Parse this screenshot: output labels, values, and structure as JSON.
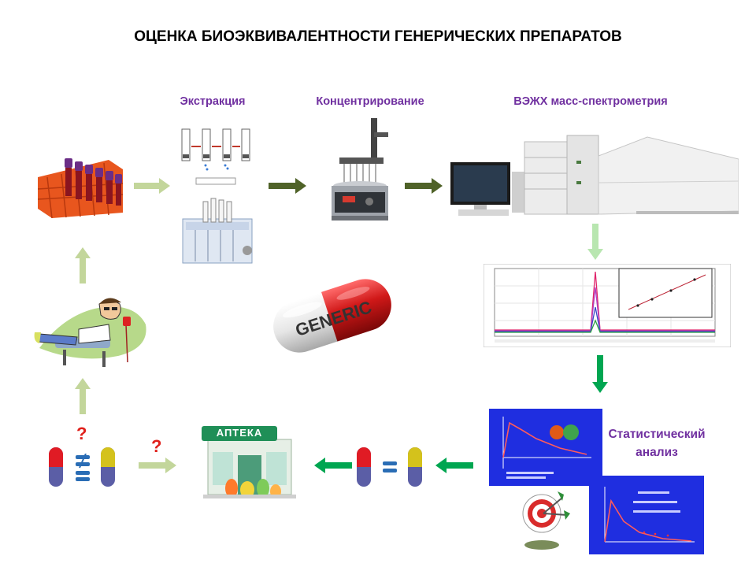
{
  "title": "ОЦЕНКА БИОЭКВИВАЛЕНТНОСТИ ГЕНЕРИЧЕСКИХ ПРЕПАРАТОВ",
  "steps": {
    "extraction": "Экстракция",
    "concentration": "Концентрирование",
    "hplc_ms": "ВЭЖХ масс-спектрометрия"
  },
  "statistics": {
    "line1": "Статистический",
    "line2": "анализ"
  },
  "pill_text": "GENERIC",
  "pharmacy_sign": "АПТЕКА",
  "question_mark": "?",
  "colors": {
    "title": "#000000",
    "labels": "#7030a0",
    "arrow_light": "#c3d69b",
    "arrow_dark": "#4f6228",
    "arrow_green": "#00a651",
    "arrow_pale_green": "#b8e6b0",
    "question": "#e0201b",
    "capsule_red": "#e01b24",
    "capsule_blue": "#5b5ea6",
    "capsule_yellow": "#d4c21c"
  },
  "icons": {
    "blood_tubes": "blood-sample-tubes-icon",
    "extraction": "solid-phase-extraction-icon",
    "evaporator": "nitrogen-evaporator-icon",
    "hplc": "lc-ms-instrument-icon",
    "chromatogram": "chromatogram-icon",
    "volunteer": "patient-blood-draw-icon",
    "pharmacy": "pharmacy-building-icon",
    "target": "target-icon"
  }
}
